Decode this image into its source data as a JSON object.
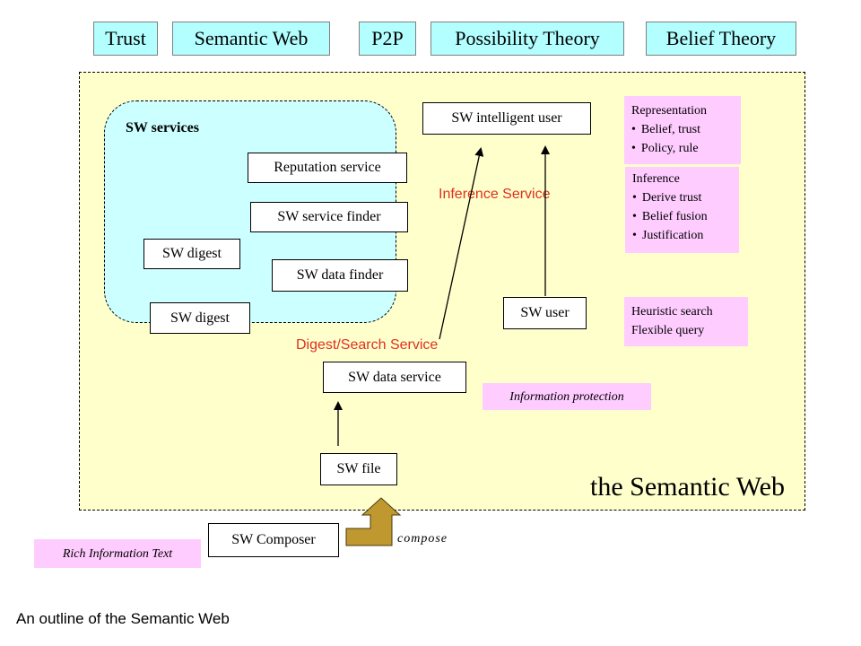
{
  "tabs": [
    "Trust",
    "Semantic Web",
    "P2P",
    "Possibility Theory",
    "Belief Theory"
  ],
  "semantic_web_area": {
    "label": "the Semantic Web"
  },
  "services_area": {
    "label": "SW services"
  },
  "boxes": {
    "reputation_service": "Reputation service",
    "service_finder": "SW service finder",
    "digest_1": "SW digest",
    "data_finder": "SW data finder",
    "digest_2": "SW digest",
    "intelligent_user": "SW intelligent user",
    "user": "SW user",
    "data_service": "SW data service",
    "file": "SW file",
    "composer": "SW Composer"
  },
  "labels": {
    "inference_service": "Inference Service",
    "digest_search_service": "Digest/Search Service",
    "compose": "compose",
    "caption": "An outline of the Semantic Web"
  },
  "notes": {
    "representation": {
      "title": "Representation",
      "items": [
        "Belief, trust",
        "Policy, rule"
      ]
    },
    "inference": {
      "title": "Inference",
      "items": [
        "Derive trust",
        "Belief fusion",
        "Justification"
      ]
    },
    "search": {
      "lines": [
        "Heuristic search",
        "Flexible query"
      ]
    },
    "information_protection": "Information protection",
    "rich_information_text": "Rich Information Text"
  },
  "colors": {
    "tab_fill": "#b3ffff",
    "semantic_web_fill": "#ffffcc",
    "services_fill": "#ccffff",
    "note_fill": "#ffccff",
    "label_red": "#e03020",
    "compose_arrow": "#c09830"
  }
}
